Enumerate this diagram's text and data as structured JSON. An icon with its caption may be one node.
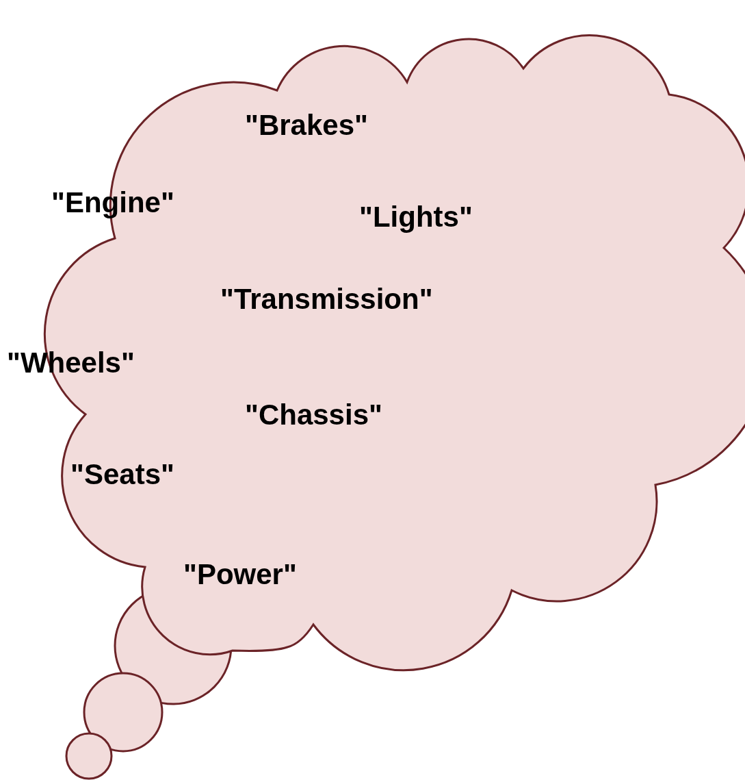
{
  "diagram": {
    "nodes": [
      {
        "text": [
          "\"Brakes\"",
          "\"Engine\"",
          "\"Lights\"",
          "\"Transmission\"",
          "\"Wheels\"",
          "\"Chassis\"",
          "\"Seats\"",
          "\"Power\""
        ]
      }
    ]
  }
}
